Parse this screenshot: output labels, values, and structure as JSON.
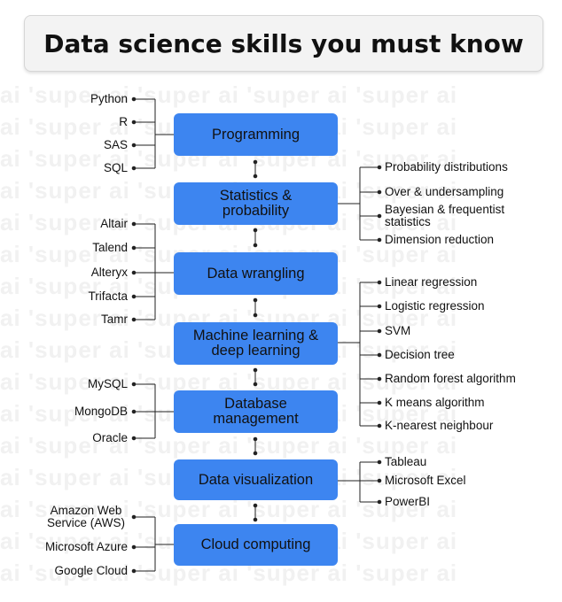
{
  "title": "Data science skills you must know",
  "watermark": "ai 'super ai 'super ai 'super ai 'super ai",
  "colors": {
    "node": "#3d85f0",
    "line": "#222222",
    "title_bg": "#f3f3f3"
  },
  "nodes": [
    {
      "label": "Programming"
    },
    {
      "label_1": "Statistics &",
      "label_2": "probability"
    },
    {
      "label": "Data wrangling"
    },
    {
      "label_1": "Machine learning &",
      "label_2": "deep learning"
    },
    {
      "label_1": "Database",
      "label_2": "management"
    },
    {
      "label": "Data visualization"
    },
    {
      "label": "Cloud computing"
    }
  ],
  "programming_items": [
    "Python",
    "R",
    "SAS",
    "SQL"
  ],
  "stats_items": [
    "Probability distributions",
    "Over & undersampling",
    "Bayesian & frequentist",
    "statistics",
    "Dimension reduction"
  ],
  "wrangling_items": [
    "Altair",
    "Talend",
    "Alteryx",
    "Trifacta",
    "Tamr"
  ],
  "ml_items": [
    "Linear regression",
    "Logistic regression",
    "SVM",
    "Decision tree",
    "Random forest algorithm",
    "K means algorithm",
    "K-nearest neighbour"
  ],
  "db_items": [
    "MySQL",
    "MongoDB",
    "Oracle"
  ],
  "viz_items": [
    "Tableau",
    "Microsoft Excel",
    "PowerBI"
  ],
  "cloud_items": [
    "Amazon Web",
    "Service (AWS)",
    "Microsoft Azure",
    "Google Cloud"
  ]
}
